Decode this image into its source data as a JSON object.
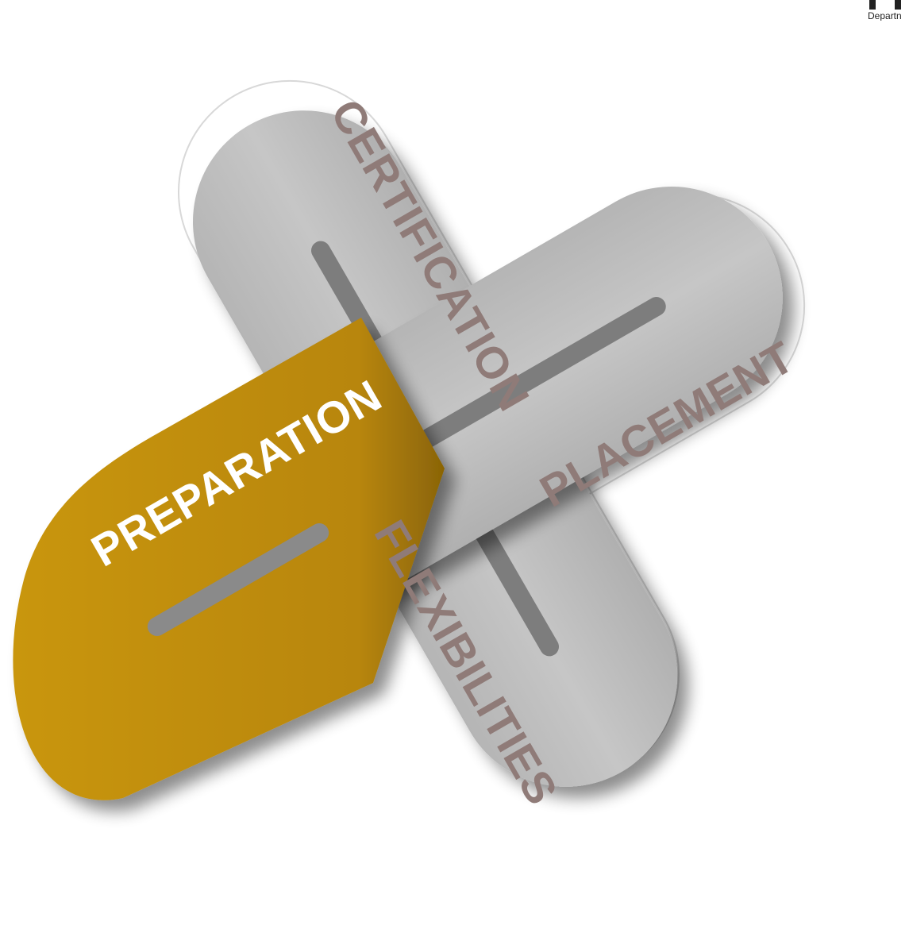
{
  "header": {
    "org_text": "Departn"
  },
  "pillars": [
    {
      "id": "certification",
      "label": "CERTIFICATION",
      "color": "#8f7b78"
    },
    {
      "id": "placement",
      "label": "PLACEMENT",
      "color": "#8f7b78"
    },
    {
      "id": "flexibilities",
      "label": "FLEXIBILITIES",
      "color": "#8f7b78"
    },
    {
      "id": "preparation",
      "label": "PREPARATION",
      "color": "#ffffff",
      "highlighted": true
    }
  ],
  "colors": {
    "band": "#c2c2c2",
    "band_dark": "#9a9a9a",
    "highlight": "#b8860b",
    "highlight_dark": "#8f6a08"
  }
}
